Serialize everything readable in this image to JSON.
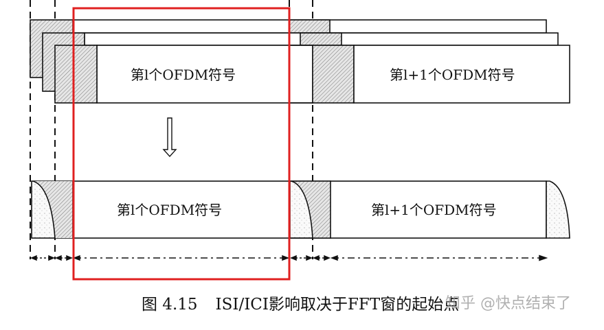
{
  "figure": {
    "title": "ISI/ICI影响取决于FFT窗的起始点",
    "figure_number": "图 4.15",
    "caption_text": "ISI/ICI影响取决于FFT窗的起始点"
  },
  "top_section": {
    "symbol_l_label": "第l个OFDM符号",
    "symbol_l_plus_1_label": "第l+1个OFDM符号",
    "multipath_layers": 3
  },
  "bottom_section": {
    "symbol_l_label": "第l个OFDM符号",
    "symbol_l_plus_1_label": "第l+1个OFDM符号"
  },
  "arrow": {
    "direction": "down",
    "icon": "hollow-down-arrow"
  },
  "highlight": {
    "shape": "rectangle",
    "color": "#e02020",
    "description": "FFT window"
  },
  "watermark": {
    "text": "知乎 @快点结束了",
    "color": "#969696"
  },
  "colors": {
    "line": "#111111",
    "hatch_fill": "#d8d8d8",
    "highlight_red": "#e02020",
    "background": "#ffffff"
  }
}
